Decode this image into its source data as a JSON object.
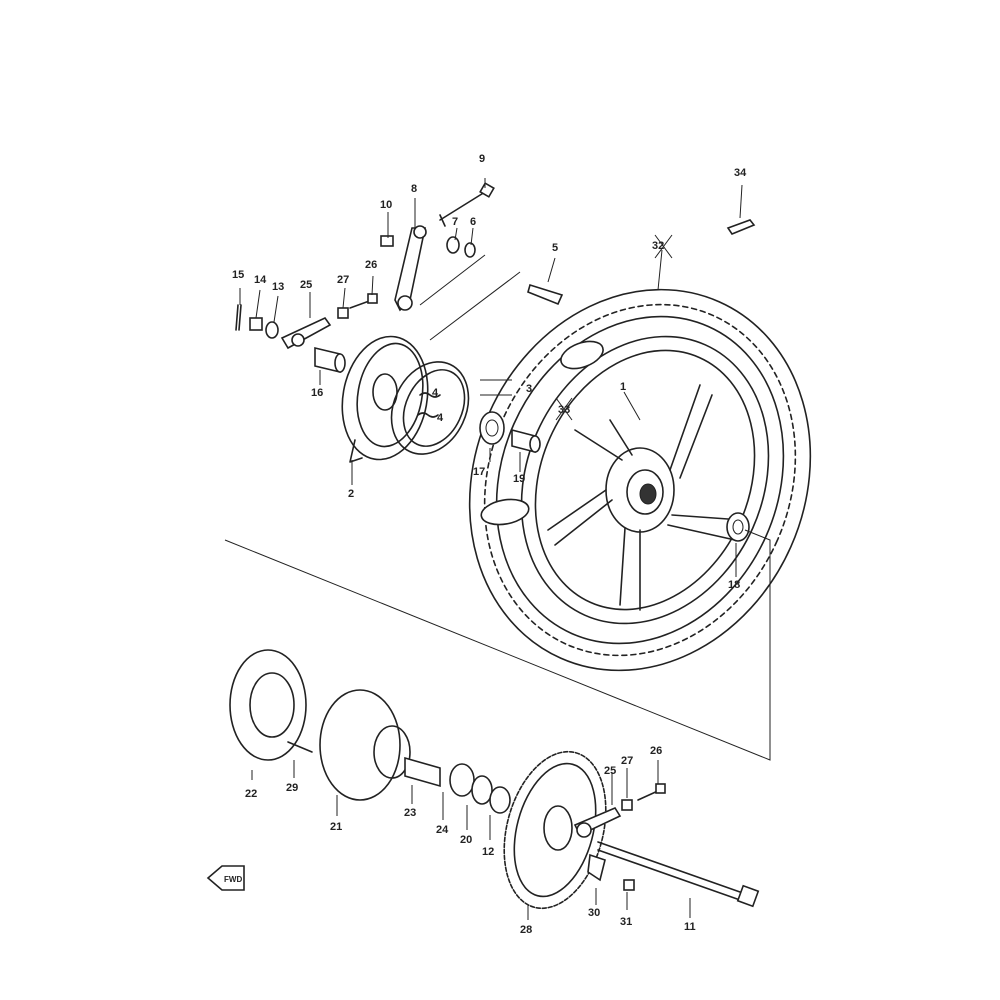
{
  "diagram": {
    "labels": [
      {
        "id": "p1",
        "text": "1"
      },
      {
        "id": "p2",
        "text": "2"
      },
      {
        "id": "p3",
        "text": "3"
      },
      {
        "id": "p4a",
        "text": "4"
      },
      {
        "id": "p4b",
        "text": "4"
      },
      {
        "id": "p5",
        "text": "5"
      },
      {
        "id": "p6",
        "text": "6"
      },
      {
        "id": "p7",
        "text": "7"
      },
      {
        "id": "p8",
        "text": "8"
      },
      {
        "id": "p9",
        "text": "9"
      },
      {
        "id": "p10",
        "text": "10"
      },
      {
        "id": "p11",
        "text": "11"
      },
      {
        "id": "p12",
        "text": "12"
      },
      {
        "id": "p13",
        "text": "13"
      },
      {
        "id": "p14",
        "text": "14"
      },
      {
        "id": "p15",
        "text": "15"
      },
      {
        "id": "p16",
        "text": "16"
      },
      {
        "id": "p17",
        "text": "17"
      },
      {
        "id": "p18",
        "text": "18"
      },
      {
        "id": "p19",
        "text": "19"
      },
      {
        "id": "p20",
        "text": "20"
      },
      {
        "id": "p21",
        "text": "21"
      },
      {
        "id": "p22",
        "text": "22"
      },
      {
        "id": "p23",
        "text": "23"
      },
      {
        "id": "p24",
        "text": "24"
      },
      {
        "id": "p25a",
        "text": "25"
      },
      {
        "id": "p25b",
        "text": "25"
      },
      {
        "id": "p26a",
        "text": "26"
      },
      {
        "id": "p26b",
        "text": "26"
      },
      {
        "id": "p27a",
        "text": "27"
      },
      {
        "id": "p27b",
        "text": "27"
      },
      {
        "id": "p28",
        "text": "28"
      },
      {
        "id": "p29",
        "text": "29"
      },
      {
        "id": "p30",
        "text": "30"
      },
      {
        "id": "p31",
        "text": "31"
      },
      {
        "id": "p32",
        "text": "32"
      },
      {
        "id": "p33",
        "text": "33"
      },
      {
        "id": "p34",
        "text": "34"
      }
    ],
    "fwd_label": "FWD"
  }
}
